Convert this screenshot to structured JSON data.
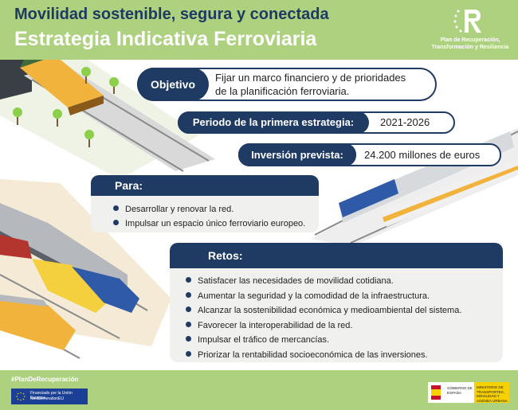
{
  "header": {
    "title_line1": "Movilidad sostenible, segura y conectada",
    "title_line2": "Estrategia Indicativa Ferroviaria",
    "logo_text_line1": "Plan de Recuperación,",
    "logo_text_line2": "Transformación y Resiliencia"
  },
  "objetivo": {
    "label": "Objetivo",
    "text_line1": "Fijar un marco financiero y de prioridades",
    "text_line2": "de la planificación ferroviaria."
  },
  "periodo": {
    "label": "Periodo de la primera estrategia:",
    "value": "2021-2026"
  },
  "inversion": {
    "label": "Inversión prevista:",
    "value": "24.200 millones de euros"
  },
  "para": {
    "title": "Para:",
    "items": [
      "Desarrollar y renovar la red.",
      "Impulsar un espacio único ferroviario europeo."
    ]
  },
  "retos": {
    "title": "Retos:",
    "items": [
      "Satisfacer las necesidades de movilidad cotidiana.",
      "Aumentar la seguridad y la comodidad de la infraestructura.",
      "Alcanzar la sostenibilidad económica y medioambiental del sistema.",
      "Favorecer la interoperabilidad de la red.",
      "Impulsar el tráfico de mercancías.",
      "Priorizar la rentabilidad socioeconómica de las inversiones."
    ]
  },
  "footer": {
    "hashtag": "#PlanDeRecuperación",
    "eu_line1": "Financiado por la Unión Europea",
    "eu_line2": "NextGenerationEU",
    "gov_line1": "GOBIERNO DE ESPAÑA",
    "gov_line2": "MINISTERIO DE TRANSPORTES, MOVILIDAD Y AGENDA URBANA"
  },
  "colors": {
    "navy": "#1f3a63",
    "green": "#aed180",
    "box_bg": "#f0f0ef"
  }
}
